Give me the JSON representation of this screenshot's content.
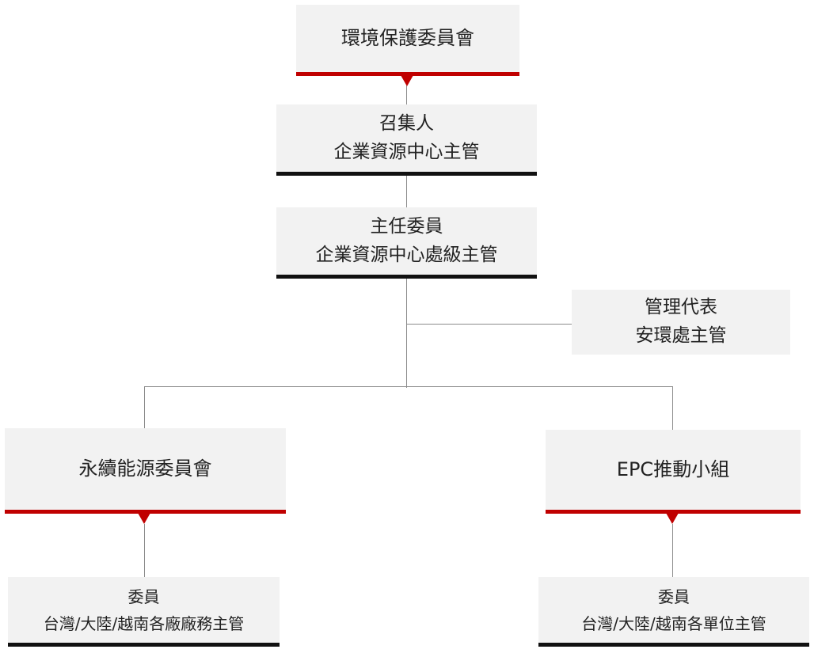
{
  "nodes": {
    "top": {
      "title": "環境保護委員會"
    },
    "convener": {
      "line1": "召集人",
      "line2": "企業資源中心主管"
    },
    "chief": {
      "line1": "主任委員",
      "line2": "企業資源中心處級主管"
    },
    "mgmt_rep": {
      "line1": "管理代表",
      "line2": "安環處主管"
    },
    "energy": {
      "title": "永續能源委員會"
    },
    "epc": {
      "title": "EPC推動小組"
    },
    "energy_members": {
      "line1": "委員",
      "line2": "台灣/大陸/越南各廠廠務主管"
    },
    "epc_members": {
      "line1": "委員",
      "line2": "台灣/大陸/越南各單位主管"
    }
  },
  "colors": {
    "accent_red": "#c00000",
    "bar_black": "#111111",
    "box_bg": "#f2f2f2",
    "connector": "#8c8c8c"
  }
}
